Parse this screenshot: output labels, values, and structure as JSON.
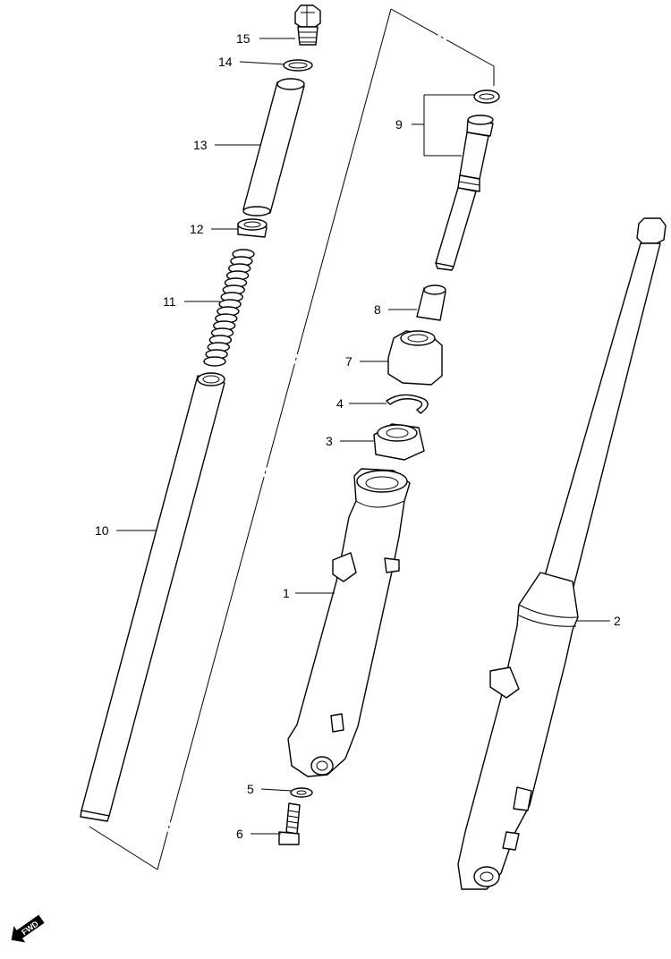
{
  "diagram": {
    "callouts": [
      {
        "id": "1",
        "label": "1"
      },
      {
        "id": "2",
        "label": "2"
      },
      {
        "id": "3",
        "label": "3"
      },
      {
        "id": "4",
        "label": "4"
      },
      {
        "id": "5",
        "label": "5"
      },
      {
        "id": "6",
        "label": "6"
      },
      {
        "id": "7",
        "label": "7"
      },
      {
        "id": "8",
        "label": "8"
      },
      {
        "id": "9",
        "label": "9"
      },
      {
        "id": "10",
        "label": "10"
      },
      {
        "id": "11",
        "label": "11"
      },
      {
        "id": "12",
        "label": "12"
      },
      {
        "id": "13",
        "label": "13"
      },
      {
        "id": "14",
        "label": "14"
      },
      {
        "id": "15",
        "label": "15"
      }
    ],
    "fwd_badge": {
      "label": "FWD",
      "icon": "forward-arrow-icon"
    }
  }
}
